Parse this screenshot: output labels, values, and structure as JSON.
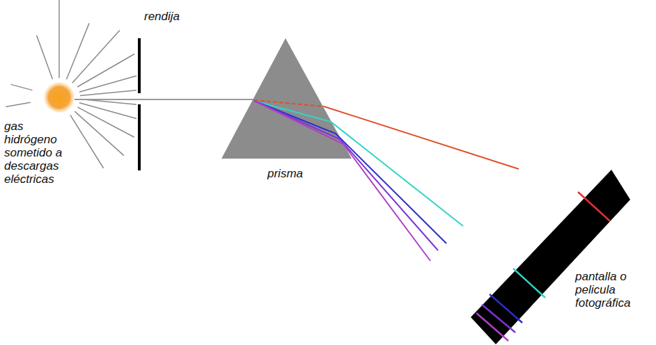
{
  "diagram": {
    "labels": [
      "rendija",
      "gas hidrógeno sometido a descargas eléctricas",
      "prisma",
      "pantalla o pelicula fotográfica"
    ]
  }
}
